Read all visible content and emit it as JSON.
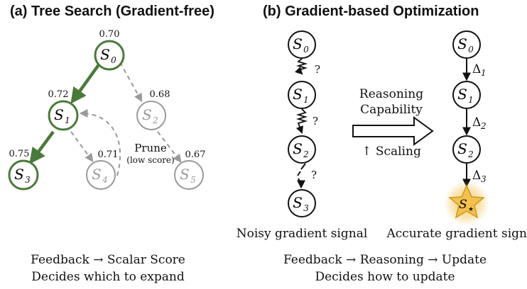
{
  "left": {
    "title": "(a) Tree Search (Gradient-free)",
    "nodes": [
      {
        "label": "S",
        "sub": "0",
        "score": "0.70"
      },
      {
        "label": "S",
        "sub": "1",
        "score": "0.72"
      },
      {
        "label": "S",
        "sub": "2",
        "score": "0.68"
      },
      {
        "label": "S",
        "sub": "3",
        "score": "0.75"
      },
      {
        "label": "S",
        "sub": "4",
        "score": "0.71"
      },
      {
        "label": "S",
        "sub": "5",
        "score": "0.67"
      }
    ],
    "prune_label": "Prune",
    "prune_sub": "(low score)",
    "caption_line1": "Feedback → Scalar Score",
    "caption_line2": "Decides which to expand",
    "colors": {
      "selected": "#4a7a3a",
      "pruned": "#9a9a9a"
    }
  },
  "right": {
    "title": "(b) Gradient-based Optimization",
    "noisy_nodes": [
      {
        "label": "S",
        "sub": "0"
      },
      {
        "label": "S",
        "sub": "1"
      },
      {
        "label": "S",
        "sub": "2"
      },
      {
        "label": "S",
        "sub": "3"
      }
    ],
    "question_mark": "?",
    "arrow_label_line1": "Reasoning",
    "arrow_label_line2": "Capability",
    "arrow_label_line3": "↑ Scaling",
    "accurate_nodes": [
      {
        "label": "S",
        "sub": "0"
      },
      {
        "label": "S",
        "sub": "1"
      },
      {
        "label": "S",
        "sub": "2"
      },
      {
        "label": "S",
        "sub": "★"
      }
    ],
    "deltas": [
      {
        "label": "Δ",
        "sub": "1"
      },
      {
        "label": "Δ",
        "sub": "2"
      },
      {
        "label": "Δ",
        "sub": "3"
      }
    ],
    "noisy_caption": "Noisy gradient signal",
    "accurate_caption": "Accurate gradient signal",
    "caption_line1": "Feedback → Reasoning → Update",
    "caption_line2": "Decides how to update",
    "colors": {
      "star_fill": "#f2c14e",
      "star_stroke": "#c99a1d"
    }
  }
}
